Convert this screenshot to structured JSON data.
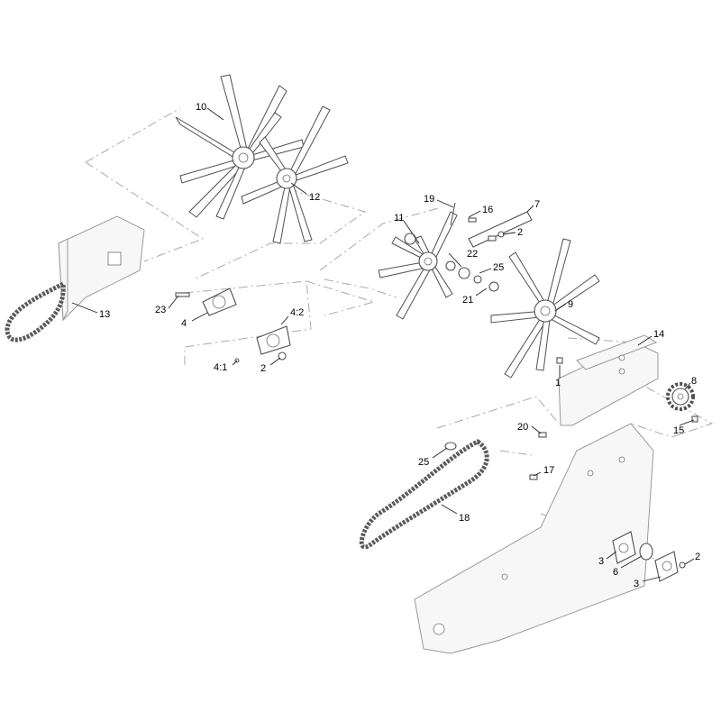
{
  "diagram": {
    "callouts": [
      "10",
      "12",
      "11",
      "19",
      "16",
      "7",
      "2",
      "22",
      "25",
      "21",
      "9",
      "13",
      "23",
      "4",
      "4:2",
      "4:1",
      "2",
      "14",
      "8",
      "1",
      "20",
      "15",
      "25",
      "17",
      "18",
      "3",
      "6",
      "3",
      "2"
    ]
  }
}
